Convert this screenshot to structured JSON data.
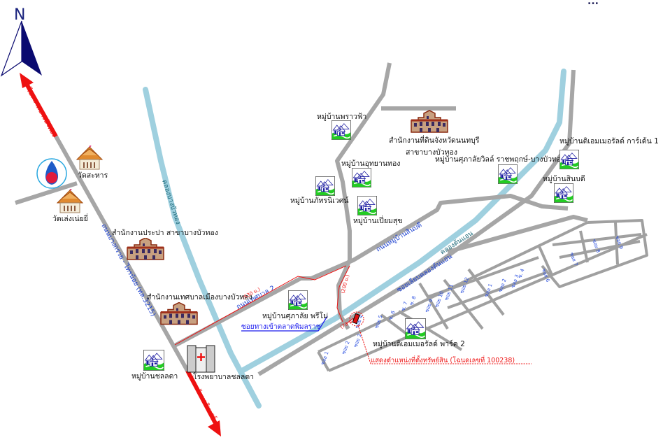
{
  "header_partial": "...",
  "compass": {
    "label": "N"
  },
  "roads": {
    "main_road": "ถนนบางกรวย - ไทรน้อย (ทล.3215)",
    "to_north": "ไปตลาดบางบัวทอง",
    "to_south": "ไปถนนรัตนาธิเบศร์",
    "tessaban2": "ถนนเทศบาล 2",
    "sinbodi": "ถนนหมู่บ้านสินบดี",
    "canal_side": "ซอยเลียบคลองต้นแอน",
    "market_entry": "ซอยทางเข้าตลาดพิมลราช"
  },
  "canals": {
    "bang_bua_thong": "คลองบางบัวทอง",
    "ton_aen": "คลองต้นแอน"
  },
  "distances": {
    "d630": "(630 ม.)",
    "d200": "(200 ม.)",
    "d70": "(70 ม.)"
  },
  "places": {
    "wat_sahan": "วัดสะหาร",
    "wat_leng": "วัดเล่งเน่ยยี่",
    "waterworks": "สำนักงานประปา สาขาบางบัวทอง",
    "municipality": "สำนักงานเทศบาลเมืองบางบัวทอง",
    "land_office_1": "สำนักงานที่ดินจังหวัดนนทบุรี",
    "land_office_2": "สาขาบางบัวทอง",
    "hospital": "โรงพยาบาลชลลดา",
    "v_chonlada": "หมู่บ้านชลลดา",
    "v_supalai_primo": "หมู่บ้านศุภาลัย พรีโม่",
    "v_praowfa": "หมู่บ้านพราวฟ้า",
    "v_utthayan": "หมู่บ้านอุทยานทอง",
    "v_phatra": "หมู่บ้านภัทรนิเวศน์",
    "v_piam": "หมู่บ้านเปี่ยมสุข",
    "v_supalai_ville": "หมู่บ้านศุภาลัยวิลล์ ราชพฤกษ์-บางบัวทอง",
    "v_emerald1": "หมู่บ้านดิเอมเมอรัลด์ การ์เด้น 1",
    "v_sinbodi": "หมู่บ้านสินบดี",
    "v_emerald2": "หมู่บ้านดิเอมเมอรัลด์ พาร์ค 2"
  },
  "property_note": "แสดงตำแหน่งที่ตั้งทรัพย์สิน (โฉนดเลขที่ 100238)",
  "sois": [
    "ซอย 1",
    "ซอย 2",
    "ซอย 3",
    "ซอย 4",
    "ซอย 5",
    "ซ. 6",
    "ซ. 7",
    "ซ. 8",
    "ซอย 9",
    "ซอย 10",
    "ซอย 11",
    "ซอย 12",
    "ซอย 1",
    "ซอย 2",
    "ซอย 3",
    "ซ. 4",
    "ซอย 6",
    "ซอย 7",
    "ซอย 8",
    "ซอย 9"
  ],
  "colors": {
    "road": "#a6a6a6",
    "canal": "#9fd0df",
    "route": "#ee1111",
    "label_blue": "#1a3fd0"
  }
}
